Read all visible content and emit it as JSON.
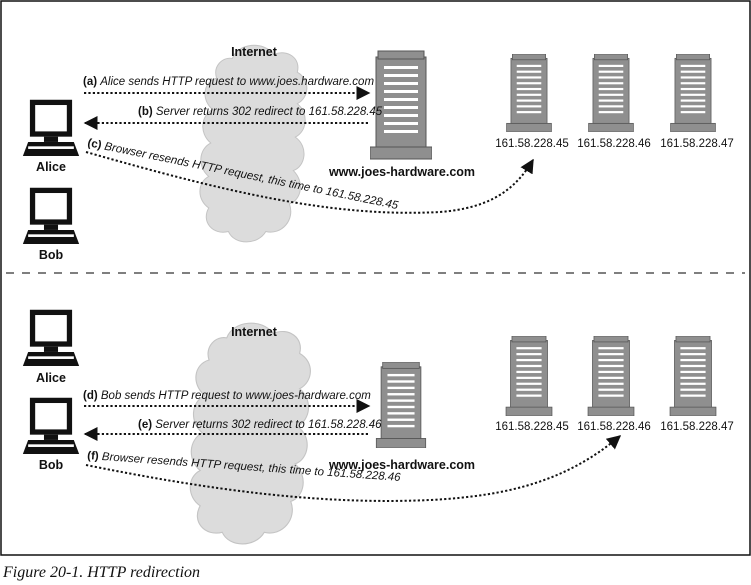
{
  "caption": "Figure 20-1. HTTP redirection",
  "colors": {
    "server_fill": "#8f8f8f",
    "cloud_fill": "#dcdcdc",
    "line": "#111111"
  },
  "icons": {
    "computer": "computer-icon",
    "server": "server-icon",
    "cloud": "internet-cloud-icon"
  },
  "top": {
    "cloud_label": "Internet",
    "users": [
      "Alice",
      "Bob"
    ],
    "hostname": "www.joes-hardware.com",
    "ips": [
      "161.58.228.45",
      "161.58.228.46",
      "161.58.228.47"
    ],
    "messages": [
      {
        "key": "(a)",
        "text": "Alice sends HTTP request to www.joes.hardware.com"
      },
      {
        "key": "(b)",
        "text": "Server returns 302 redirect to 161.58.228.45"
      },
      {
        "key": "(c)",
        "text": "Browser resends HTTP request, this time to 161.58.228.45"
      }
    ]
  },
  "bottom": {
    "cloud_label": "Internet",
    "users": [
      "Alice",
      "Bob"
    ],
    "hostname": "www.joes-hardware.com",
    "ips": [
      "161.58.228.45",
      "161.58.228.46",
      "161.58.228.47"
    ],
    "messages": [
      {
        "key": "(d)",
        "text": "Bob sends HTTP request to www.joes-hardware.com"
      },
      {
        "key": "(e)",
        "text": "Server returns 302 redirect to 161.58.228.46"
      },
      {
        "key": "(f)",
        "text": "Browser resends HTTP request, this time to 161.58.228.46"
      }
    ]
  }
}
